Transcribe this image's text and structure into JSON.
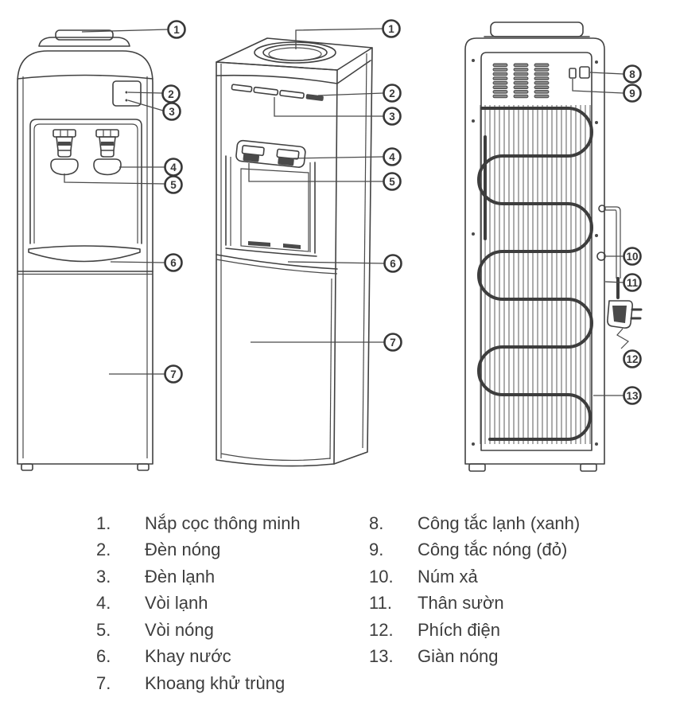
{
  "colors": {
    "line": "#414141",
    "text": "#3d3d3d",
    "dark_fill": "#4a4a4a",
    "background": "#ffffff"
  },
  "callouts": {
    "front": [
      "1",
      "2",
      "3",
      "4",
      "5",
      "6",
      "7"
    ],
    "side": [
      "1",
      "2",
      "3",
      "4",
      "5",
      "6",
      "7"
    ],
    "back": [
      "8",
      "9",
      "10",
      "11",
      "12",
      "13"
    ]
  },
  "legend": {
    "columns": [
      {
        "items": [
          {
            "num": "1.",
            "label": "Nắp cọc thông minh"
          },
          {
            "num": "2.",
            "label": "Đèn nóng"
          },
          {
            "num": "3.",
            "label": "Đèn lạnh"
          },
          {
            "num": "4.",
            "label": "Vòi lạnh"
          },
          {
            "num": "5.",
            "label": "Vòi nóng"
          },
          {
            "num": "6.",
            "label": "Khay nước"
          },
          {
            "num": "7.",
            "label": "Khoang khử trùng"
          }
        ]
      },
      {
        "items": [
          {
            "num": "8.",
            "label": "Công tắc lạnh (xanh)"
          },
          {
            "num": "9.",
            "label": "Công tắc nóng (đỏ)"
          },
          {
            "num": "10.",
            "label": "Núm xả"
          },
          {
            "num": "11.",
            "label": "Thân sườn"
          },
          {
            "num": "12.",
            "label": "Phích điện"
          },
          {
            "num": "13.",
            "label": "Giàn nóng"
          }
        ]
      }
    ]
  }
}
